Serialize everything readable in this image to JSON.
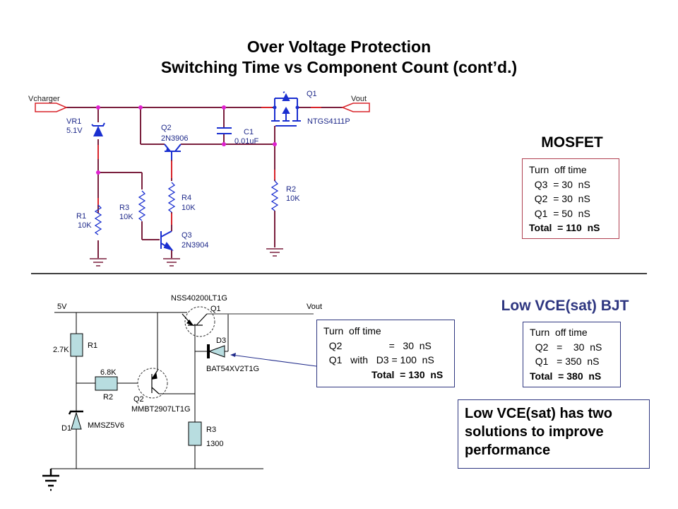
{
  "slide": {
    "title_line1": "Over Voltage Protection",
    "title_line2": "Switching Time vs Component Count (cont’d.)"
  },
  "mosfet_circuit": {
    "input_port": "Vcharger",
    "output_port": "Vout",
    "components": {
      "vr1": {
        "ref": "VR1",
        "value": "5.1V"
      },
      "q2": {
        "ref": "Q2",
        "value": "2N3906"
      },
      "c1": {
        "ref": "C1",
        "value": "0.01uF"
      },
      "q1": {
        "ref": "Q1",
        "value": "NTGS4111P"
      },
      "r1": {
        "ref": "R1",
        "value": "10K"
      },
      "r3": {
        "ref": "R3",
        "value": "10K"
      },
      "r4": {
        "ref": "R4",
        "value": "10K"
      },
      "q3": {
        "ref": "Q3",
        "value": "2N3904"
      },
      "r2": {
        "ref": "R2",
        "value": "10K"
      }
    },
    "heading": "MOSFET",
    "timing_box": {
      "title": "Turn  off time",
      "rows": [
        "  Q3  = 30  nS",
        "  Q2  = 30  nS",
        "  Q1  = 50  nS"
      ],
      "total": "Total  = 110  nS"
    }
  },
  "bjt_circuit": {
    "supply": "5V",
    "output_port": "Vout",
    "components": {
      "q1": {
        "ref": "Q1",
        "value": "NSS40200LT1G"
      },
      "d3": {
        "ref": "D3",
        "value": "BAT54XV2T1G"
      },
      "r1": {
        "ref": "R1",
        "value": "2.7K"
      },
      "r2": {
        "ref": "R2",
        "value": "6.8K"
      },
      "q2": {
        "ref": "Q2",
        "value": "MMBT2907LT1G"
      },
      "d1": {
        "ref": "D1",
        "value": "MMSZ5V6"
      },
      "r3": {
        "ref": "R3",
        "value": "1300"
      }
    },
    "heading": "Low VCE(sat) BJT",
    "timing_box_with_d3": {
      "title": "Turn  off time",
      "rows": [
        "  Q2                 =   30  nS",
        "  Q1   with   D3 = 100  nS"
      ],
      "total": "Total  = 130  nS"
    },
    "timing_box": {
      "title": "Turn  off time",
      "rows": [
        "  Q2   =    30  nS",
        "  Q1   = 350  nS"
      ],
      "total": "Total  = 380  nS"
    },
    "note": "Low VCE(sat) has two solutions to improve performance"
  },
  "colors": {
    "wire": "#7a1f3d",
    "wire_highlight": "#d8232a",
    "component": "#1a2fd0",
    "junction": "#e020d0",
    "label": "#1f2a8a",
    "bjt_fill": "#b8dde0",
    "note_border": "#2e3680",
    "mos_border": "#b04050"
  }
}
